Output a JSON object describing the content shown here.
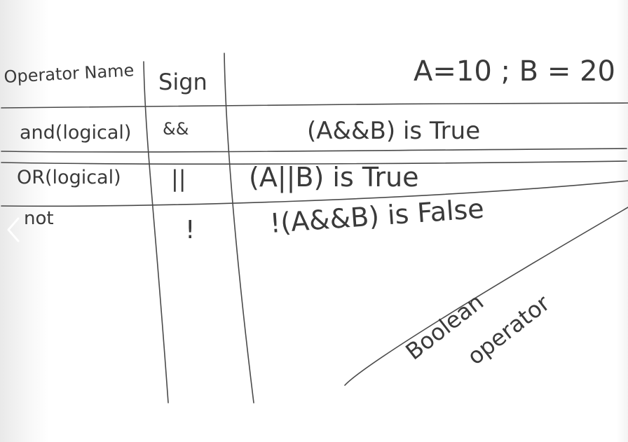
{
  "header": {
    "col1": "Operator Name",
    "col2": "Sign",
    "given": "A=10 ; B = 20"
  },
  "rows": [
    {
      "name": "and(logical)",
      "sign": "&&",
      "example": "(A&&B) is True"
    },
    {
      "name": "OR(logical)",
      "sign": "||",
      "example": "(A||B) is True"
    },
    {
      "name": "not",
      "sign": "!",
      "example": "!(A&&B) is False"
    }
  ],
  "annotation": {
    "line1": "Boolean",
    "line2": "operator"
  },
  "nav": {
    "prev_icon": "chevron-left-icon"
  }
}
